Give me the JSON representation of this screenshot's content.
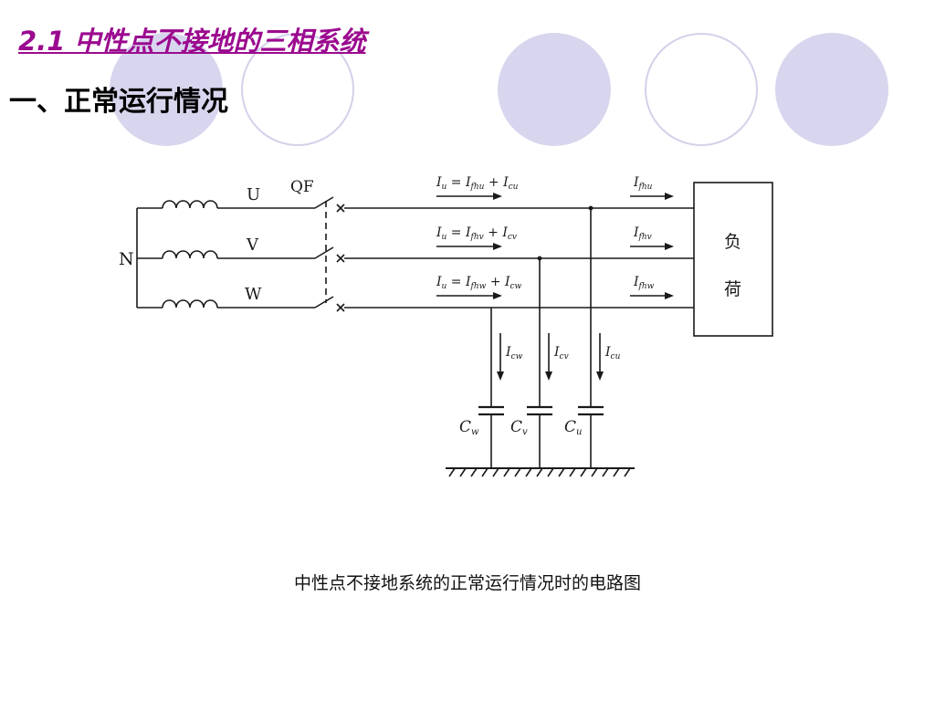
{
  "slide": {
    "title": "2.1 中性点不接地的三相系统",
    "subtitle": "一、正常运行情况",
    "caption": "中性点不接地系统的正常运行情况时的电路图"
  },
  "diagram": {
    "neutral_label": "N",
    "phase_labels": [
      "U",
      "V",
      "W"
    ],
    "breaker_label": "QF",
    "load_label": [
      "负",
      "荷"
    ],
    "line_equations": [
      {
        "lhs": "I",
        "lhs_sub": "u",
        "t1": "I",
        "t1_sub": "fhu",
        "t2": "I",
        "t2_sub": "cu"
      },
      {
        "lhs": "I",
        "lhs_sub": "u",
        "t1": "I",
        "t1_sub": "fhv",
        "t2": "I",
        "t2_sub": "cv"
      },
      {
        "lhs": "I",
        "lhs_sub": "u",
        "t1": "I",
        "t1_sub": "fhw",
        "t2": "I",
        "t2_sub": "cw"
      }
    ],
    "load_currents": [
      {
        "main": "I",
        "sub": "fhu"
      },
      {
        "main": "I",
        "sub": "fhv"
      },
      {
        "main": "I",
        "sub": "fhw"
      }
    ],
    "capacitor_currents": [
      {
        "main": "I",
        "sub": "cw"
      },
      {
        "main": "I",
        "sub": "cv"
      },
      {
        "main": "I",
        "sub": "cu"
      }
    ],
    "capacitors": [
      {
        "main": "C",
        "sub": "w"
      },
      {
        "main": "C",
        "sub": "v"
      },
      {
        "main": "C",
        "sub": "u"
      }
    ]
  },
  "colors": {
    "title": "#9b0a8f",
    "deco_fill": "#d8d6ee",
    "deco_ring": "#d3d1ea"
  }
}
